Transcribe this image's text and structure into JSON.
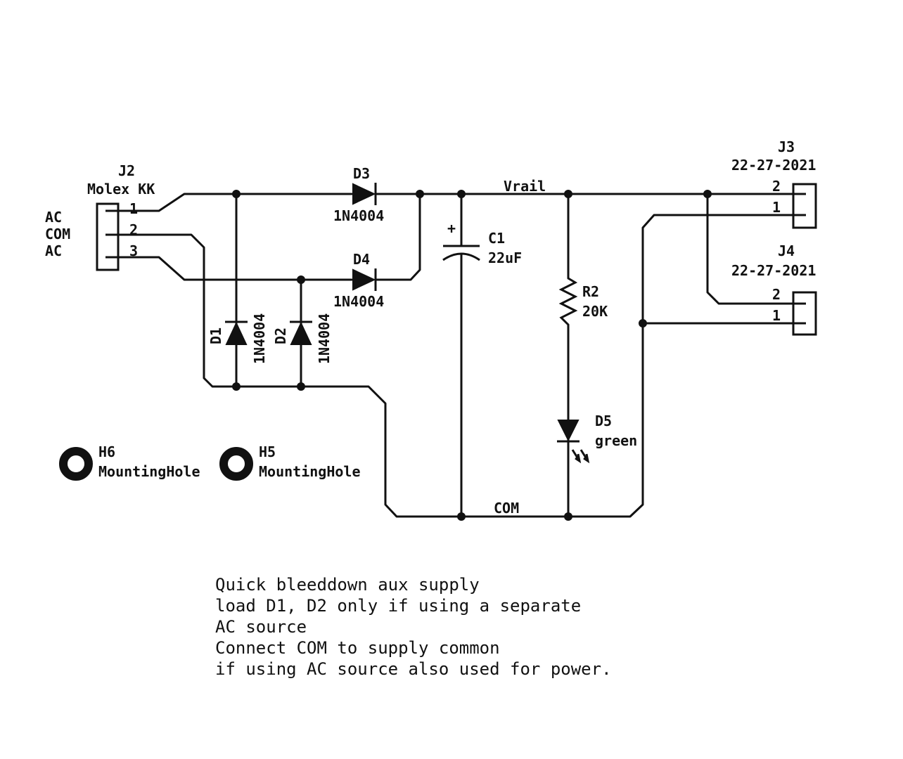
{
  "schematic": {
    "j2": {
      "ref": "J2",
      "value": "Molex KK",
      "pins": [
        "1",
        "2",
        "3"
      ],
      "signals": [
        "AC",
        "COM",
        "AC"
      ]
    },
    "d3": {
      "ref": "D3",
      "value": "1N4004"
    },
    "d4": {
      "ref": "D4",
      "value": "1N4004"
    },
    "d1": {
      "ref": "D1",
      "value": "1N4004"
    },
    "d2": {
      "ref": "D2",
      "value": "1N4004"
    },
    "c1": {
      "ref": "C1",
      "value": "22uF",
      "polarity": "+"
    },
    "r2": {
      "ref": "R2",
      "value": "20K"
    },
    "d5": {
      "ref": "D5",
      "value": "green"
    },
    "j3": {
      "ref": "J3",
      "value": "22-27-2021",
      "pins": [
        "2",
        "1"
      ]
    },
    "j4": {
      "ref": "J4",
      "value": "22-27-2021",
      "pins": [
        "2",
        "1"
      ]
    },
    "h6": {
      "ref": "H6",
      "value": "MountingHole"
    },
    "h5": {
      "ref": "H5",
      "value": "MountingHole"
    },
    "nets": {
      "vrail": "Vrail",
      "com": "COM"
    }
  },
  "notes": [
    "Quick bleeddown aux supply",
    "load D1, D2 only if using a separate",
    "AC source",
    "Connect COM to supply common",
    "if using AC source also used for power."
  ],
  "colors": {
    "ink": "#111111",
    "background": "#ffffff"
  }
}
